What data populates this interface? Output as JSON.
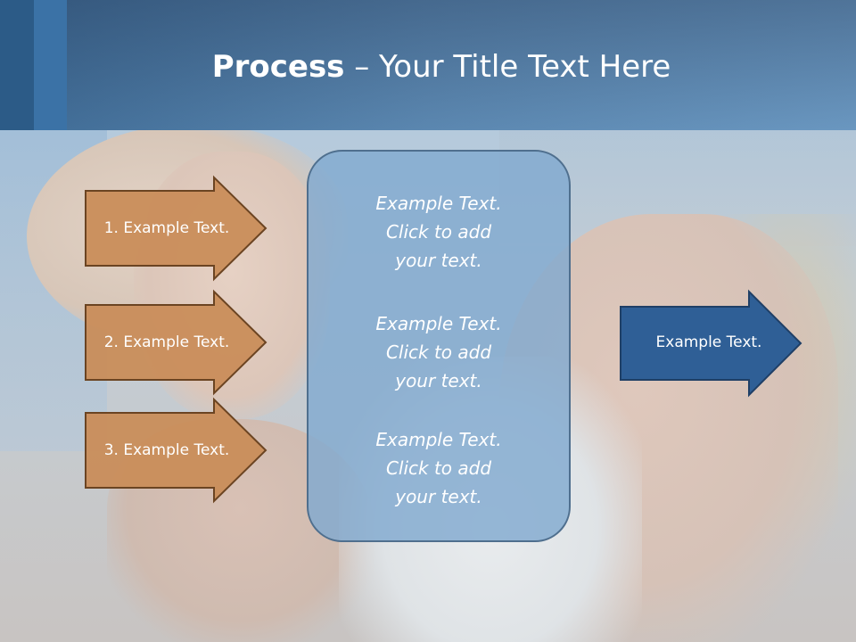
{
  "slide": {
    "title_bold": "Process",
    "title_rest": " – Your Title Text Here"
  },
  "left_arrows": [
    {
      "label": "1. Example Text."
    },
    {
      "label": "2. Example Text."
    },
    {
      "label": "3. Example Text."
    }
  ],
  "center_box": {
    "blocks": [
      {
        "lines": [
          "Example Text.",
          "Click  to add",
          "your text."
        ]
      },
      {
        "lines": [
          "Example Text.",
          "Click  to add",
          "your text."
        ]
      },
      {
        "lines": [
          "Example Text.",
          "Click  to add",
          "your text."
        ]
      }
    ]
  },
  "right_arrow": {
    "label": "Example Text."
  },
  "colors": {
    "left_arrow_fill": "#c98d5a",
    "left_arrow_stroke": "#6b4422",
    "right_arrow_fill": "#2f5f96",
    "right_arrow_stroke": "#1f3f66",
    "center_box_fill": "#81aad0",
    "header": "#5b87b0"
  }
}
